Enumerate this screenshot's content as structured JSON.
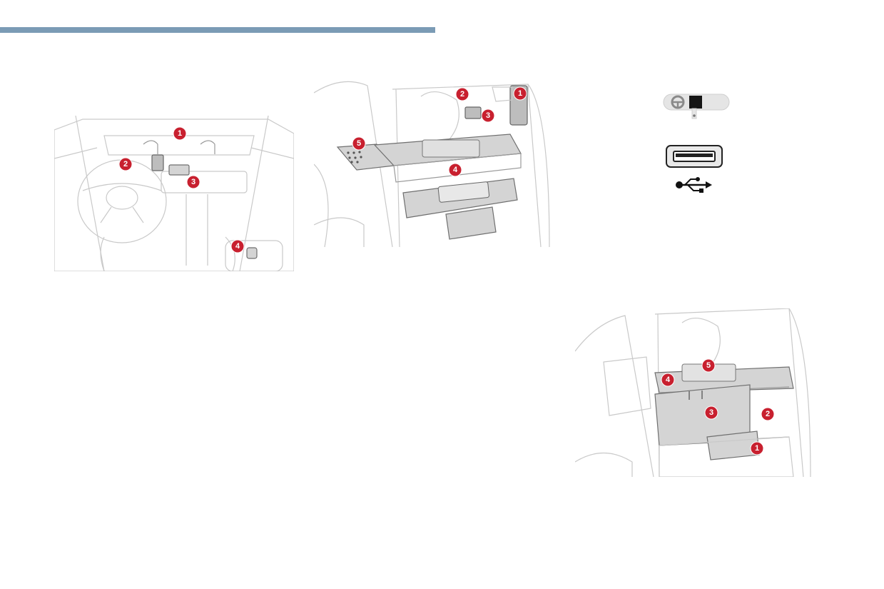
{
  "colors": {
    "header_bar": "#7b9bb5",
    "badge": "#c8202f",
    "line": "#c9c9c9",
    "shade": "#d4d4d4"
  },
  "illustrations": {
    "cabin": {
      "badges": [
        {
          "label": "1"
        },
        {
          "label": "2"
        },
        {
          "label": "3"
        },
        {
          "label": "4"
        }
      ]
    },
    "boot_side": {
      "badges": [
        {
          "label": "1"
        },
        {
          "label": "2"
        },
        {
          "label": "3"
        },
        {
          "label": "4"
        },
        {
          "label": "5"
        }
      ]
    },
    "boot_loaded": {
      "badges": [
        {
          "label": "1"
        },
        {
          "label": "2"
        },
        {
          "label": "3"
        },
        {
          "label": "4"
        },
        {
          "label": "5"
        }
      ]
    }
  },
  "icons": {
    "mirror": "rear-view-mirror-icon",
    "usb_port": "usb-port-icon",
    "usb_symbol": "usb-symbol-icon"
  }
}
